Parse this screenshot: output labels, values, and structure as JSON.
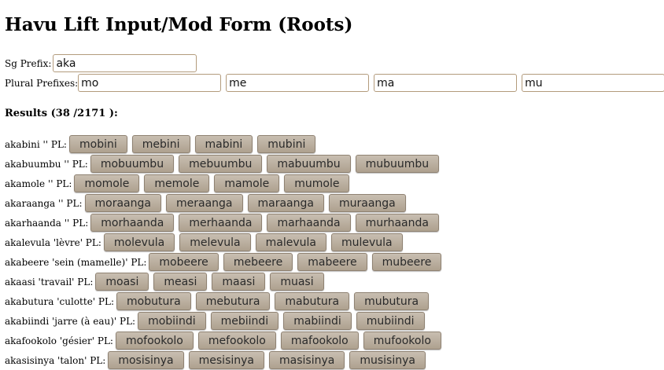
{
  "page": {
    "title": "Havu Lift Input/Mod Form (Roots)"
  },
  "form": {
    "sg_prefix_label": "Sg Prefix:",
    "sg_prefix_value": "aka",
    "plural_prefixes_label": "Plural Prefixes:",
    "plural_prefixes": [
      "mo",
      "me",
      "ma",
      "mu"
    ]
  },
  "results": {
    "heading": "Results (38 /2171 ):",
    "rows": [
      {
        "label": "akabini '' PL:",
        "plurals": [
          "mobini",
          "mebini",
          "mabini",
          "mubini"
        ]
      },
      {
        "label": "akabuumbu '' PL:",
        "plurals": [
          "mobuumbu",
          "mebuumbu",
          "mabuumbu",
          "mubuumbu"
        ]
      },
      {
        "label": "akamole '' PL:",
        "plurals": [
          "momole",
          "memole",
          "mamole",
          "mumole"
        ]
      },
      {
        "label": "akaraanga '' PL:",
        "plurals": [
          "moraanga",
          "meraanga",
          "maraanga",
          "muraanga"
        ]
      },
      {
        "label": "akarhaanda '' PL:",
        "plurals": [
          "morhaanda",
          "merhaanda",
          "marhaanda",
          "murhaanda"
        ]
      },
      {
        "label": "akalevula 'lèvre' PL:",
        "plurals": [
          "molevula",
          "melevula",
          "malevula",
          "mulevula"
        ]
      },
      {
        "label": "akabeere 'sein (mamelle)' PL:",
        "plurals": [
          "mobeere",
          "mebeere",
          "mabeere",
          "mubeere"
        ]
      },
      {
        "label": "akaasi 'travail' PL:",
        "plurals": [
          "moasi",
          "measi",
          "maasi",
          "muasi"
        ]
      },
      {
        "label": "akabutura 'culotte' PL:",
        "plurals": [
          "mobutura",
          "mebutura",
          "mabutura",
          "mubutura"
        ]
      },
      {
        "label": "akabiindi 'jarre (à eau)' PL:",
        "plurals": [
          "mobiindi",
          "mebiindi",
          "mabiindi",
          "mubiindi"
        ]
      },
      {
        "label": "akafookolo 'gésier' PL:",
        "plurals": [
          "mofookolo",
          "mefookolo",
          "mafookolo",
          "mufookolo"
        ]
      },
      {
        "label": "akasisinya 'talon' PL:",
        "plurals": [
          "mosisinya",
          "mesisinya",
          "masisinya",
          "musisinya"
        ]
      }
    ]
  }
}
